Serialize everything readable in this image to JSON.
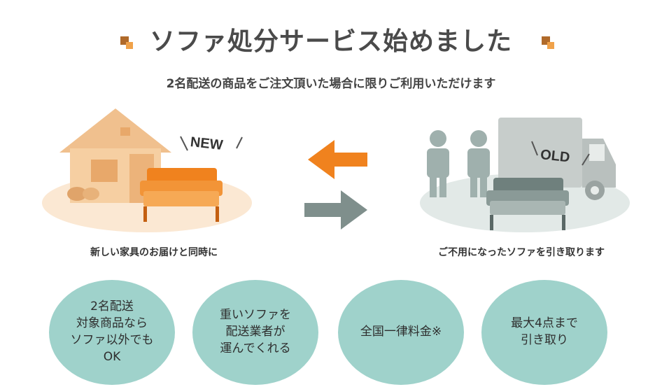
{
  "title": "ソファ処分サービス始めました",
  "subtitle": "2名配送の商品をご注文頂いた場合に限りご利用いただけます",
  "left_scene": {
    "tag": "NEW",
    "caption": "新しい家具のお届けと同時に"
  },
  "right_scene": {
    "tag": "OLD",
    "caption": "ご不用になったソファを引き取ります"
  },
  "colors": {
    "orange": "#f0821e",
    "gray": "#7f8f8c",
    "teal": "#9fd2cb",
    "beige": "#f3ddc4"
  },
  "features": [
    {
      "lines": [
        "2名配送",
        "対象商品なら",
        "ソファ以外でも",
        "OK"
      ]
    },
    {
      "lines": [
        "重いソファを",
        "配送業者が",
        "運んでくれる"
      ]
    },
    {
      "lines": [
        "全国一律料金※"
      ]
    },
    {
      "lines": [
        "最大4点まで",
        "引き取り"
      ]
    }
  ]
}
